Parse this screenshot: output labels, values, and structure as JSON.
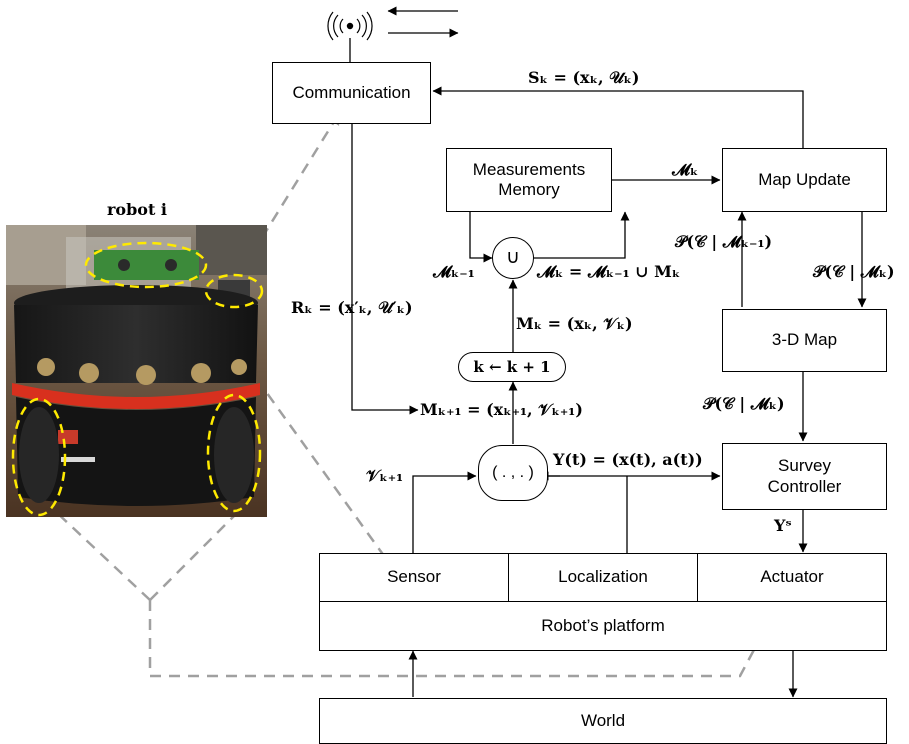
{
  "boxes": {
    "communication": "Communication",
    "measurements_memory": "Measurements\nMemory",
    "map_update": "Map Update",
    "map_3d": "3-D Map",
    "survey_controller": "Survey\nController",
    "sensor": "Sensor",
    "localization": "Localization",
    "actuator": "Actuator",
    "platform": "Robot’s platform",
    "world": "World"
  },
  "nodes": {
    "union": "∪",
    "combine": "( . , . )",
    "increment": "k ← k + 1"
  },
  "labels": {
    "s_k": "Sₖ = (xₖ, 𝒰ₖ)",
    "m_k_cal": "𝓜ₖ",
    "r_k": "Rₖ = (x′ₖ, 𝒰′ₖ)",
    "m_k_minus_1": "𝓜ₖ₋₁",
    "m_k_union": "𝓜ₖ = 𝓜ₖ₋₁ ∪ Mₖ",
    "m_k_pair": "Mₖ = (xₖ, 𝒱ₖ)",
    "m_k_plus_1": "Mₖ₊₁ = (xₖ₊₁, 𝒱ₖ₊₁)",
    "v_k_plus_1": "𝒱ₖ₊₁",
    "y_t": "Y(t) = (x(t), a(t))",
    "p_c_mk_minus_1": "𝒫(𝒞 | 𝓜ₖ₋₁)",
    "p_c_mk_right": "𝒫(𝒞 | 𝓜ₖ)",
    "p_c_mk_lower": "𝒫(𝒞 | 𝓜ₖ)",
    "y_s": "Yˢ",
    "robot_caption": "robot i"
  },
  "icons": {
    "antenna": "antenna-icon",
    "robot_photo": "robot-photo"
  },
  "colors": {
    "line": "#000000",
    "dashed_pointer": "#a0a0a0",
    "highlight": "#ffea00",
    "robot_bumper": "#d8301e"
  }
}
